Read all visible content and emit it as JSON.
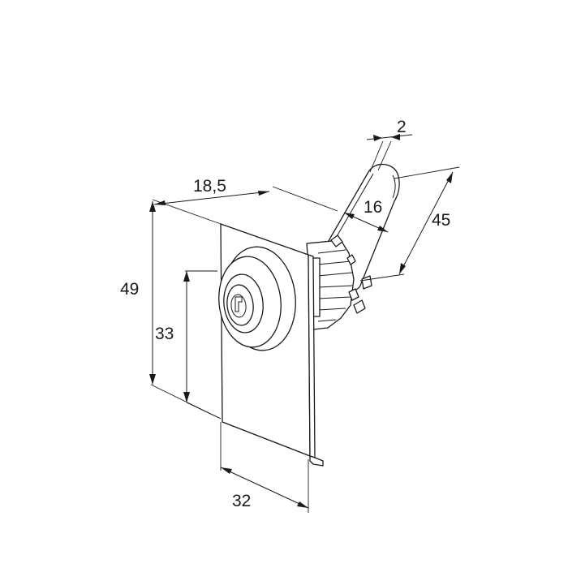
{
  "diagram": {
    "dimensions": {
      "width_top": "18,5",
      "height_total": "49",
      "height_axis": "33",
      "width_bottom": "32",
      "cam_width": "16",
      "cam_length": "45",
      "cam_thickness": "2"
    },
    "colors": {
      "line": "#1a1a1a",
      "background": "#ffffff"
    }
  }
}
